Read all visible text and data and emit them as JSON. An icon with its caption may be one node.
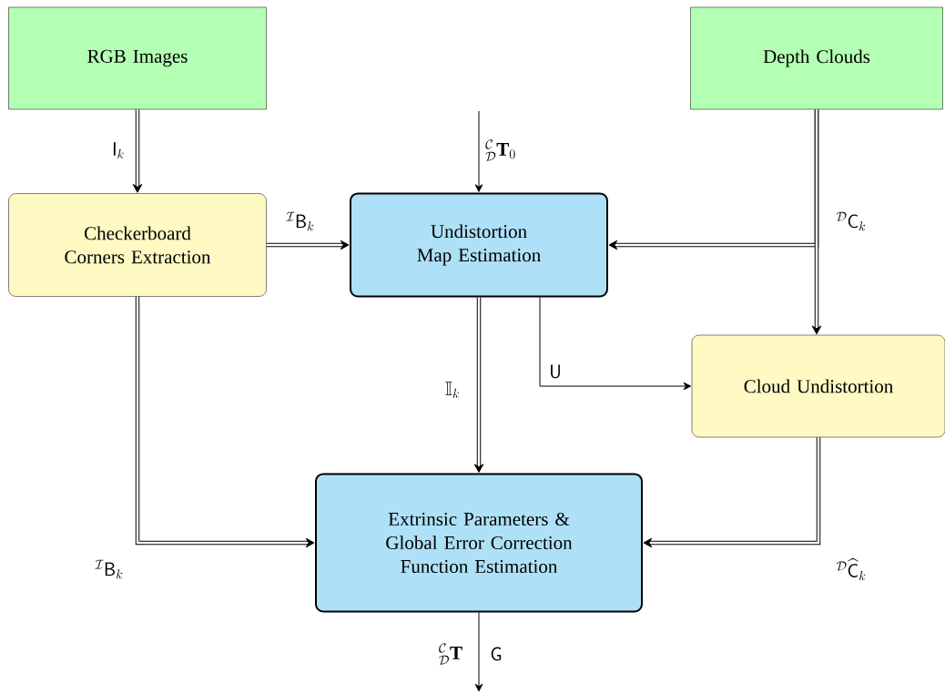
{
  "diagram": {
    "nodes": [
      {
        "text": [
          "RGB Images"
        ]
      },
      {
        "text": [
          "Depth Clouds"
        ]
      },
      {
        "text": [
          "Checkerboard Corners Extraction"
        ]
      },
      {
        "text": [
          "Undistortion Map Estimation"
        ]
      },
      {
        "text": [
          "Cloud Undistortion"
        ]
      },
      {
        "text": [
          "Extrinsic Parameters & Global Error Correction Function Estimation"
        ]
      }
    ],
    "edges": [
      {
        "from": 0,
        "to": 2,
        "arrow": "to",
        "label": "\\mathsf{I}_k"
      },
      {
        "from": null,
        "to": 3,
        "arrow": "to",
        "label": "{}^{\\mathcal{C}}_{\\mathcal{D}}\\mathbf{T}_0"
      },
      {
        "from": 2,
        "to": 3,
        "arrow": "to",
        "label": "{}^{\\mathcal{I}}\\mathsf{B}_k"
      },
      {
        "from": 1,
        "to": 3,
        "arrow": "to",
        "label": "{}^{\\mathcal{D}}\\mathsf{C}_k"
      },
      {
        "from": 1,
        "to": 4,
        "arrow": "to"
      },
      {
        "from": 3,
        "to": 4,
        "arrow": "to",
        "label": "\\mathsf{U}"
      },
      {
        "from": 3,
        "to": 5,
        "arrow": "to",
        "label": "\\mathbb{I}_k"
      },
      {
        "from": 2,
        "to": 5,
        "arrow": "to",
        "label": "{}^{\\mathcal{I}}\\mathsf{B}_k"
      },
      {
        "from": 4,
        "to": 5,
        "arrow": "to",
        "label": "{}^{\\mathcal{D}}\\widehat{\\mathsf{C}}_k"
      },
      {
        "from": 5,
        "to": null,
        "arrow": "to",
        "label": "{}^{\\mathcal{C}}_{\\mathcal{D}}\\mathbf{T}"
      }
    ],
    "labels": [
      "\\mathsf{G}"
    ]
  }
}
